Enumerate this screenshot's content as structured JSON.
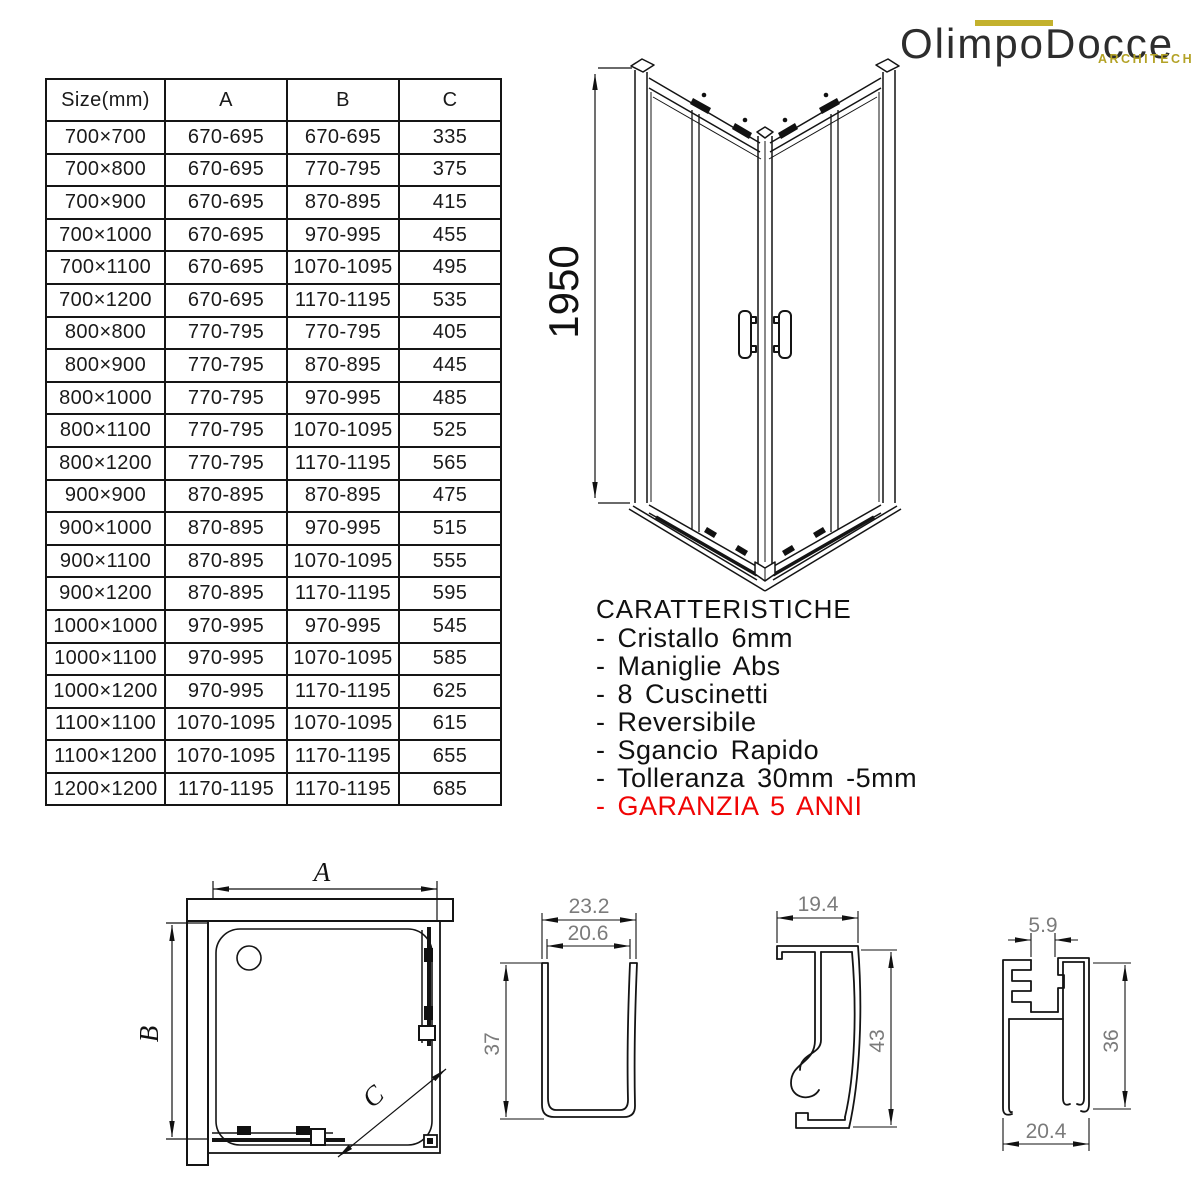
{
  "logo": {
    "name": "OlimpoDocce",
    "tagline": "ARCHITECH",
    "accent_color": "#c3b12d"
  },
  "size_table": {
    "headers": [
      "Size(mm)",
      "A",
      "B",
      "C"
    ],
    "rows": [
      {
        "size": "700×700",
        "a": "670-695",
        "b": "670-695",
        "c": "335"
      },
      {
        "size": "700×800",
        "a": "670-695",
        "b": "770-795",
        "c": "375"
      },
      {
        "size": "700×900",
        "a": "670-695",
        "b": "870-895",
        "c": "415"
      },
      {
        "size": "700×1000",
        "a": "670-695",
        "b": "970-995",
        "c": "455"
      },
      {
        "size": "700×1100",
        "a": "670-695",
        "b": "1070-1095",
        "c": "495"
      },
      {
        "size": "700×1200",
        "a": "670-695",
        "b": "1170-1195",
        "c": "535"
      },
      {
        "size": "800×800",
        "a": "770-795",
        "b": "770-795",
        "c": "405"
      },
      {
        "size": "800×900",
        "a": "770-795",
        "b": "870-895",
        "c": "445"
      },
      {
        "size": "800×1000",
        "a": "770-795",
        "b": "970-995",
        "c": "485"
      },
      {
        "size": "800×1100",
        "a": "770-795",
        "b": "1070-1095",
        "c": "525"
      },
      {
        "size": "800×1200",
        "a": "770-795",
        "b": "1170-1195",
        "c": "565"
      },
      {
        "size": "900×900",
        "a": "870-895",
        "b": "870-895",
        "c": "475"
      },
      {
        "size": "900×1000",
        "a": "870-895",
        "b": "970-995",
        "c": "515"
      },
      {
        "size": "900×1100",
        "a": "870-895",
        "b": "1070-1095",
        "c": "555"
      },
      {
        "size": "900×1200",
        "a": "870-895",
        "b": "1170-1195",
        "c": "595"
      },
      {
        "size": "1000×1000",
        "a": "970-995",
        "b": "970-995",
        "c": "545"
      },
      {
        "size": "1000×1100",
        "a": "970-995",
        "b": "1070-1095",
        "c": "585"
      },
      {
        "size": "1000×1200",
        "a": "970-995",
        "b": "1170-1195",
        "c": "625"
      },
      {
        "size": "1100×1100",
        "a": "1070-1095",
        "b": "1070-1095",
        "c": "615"
      },
      {
        "size": "1100×1200",
        "a": "1070-1095",
        "b": "1170-1195",
        "c": "655"
      },
      {
        "size": "1200×1200",
        "a": "1170-1195",
        "b": "1170-1195",
        "c": "685"
      }
    ]
  },
  "diagram_3d": {
    "height_label": "1950"
  },
  "features": {
    "title": "CARATTERISTICHE",
    "items": [
      "- Cristallo 6mm",
      "- Maniglie Abs",
      "- 8 Cuscinetti",
      "- Reversibile",
      "- Sgancio Rapido",
      "- Tolleranza 30mm -5mm"
    ],
    "warranty": "- GARANZIA 5 ANNI",
    "warranty_color": "#f00404"
  },
  "plan_view": {
    "width_label": "A",
    "depth_label": "B",
    "diagonal_label": "C"
  },
  "profiles": {
    "u_channel": {
      "outer_width": "23.2",
      "inner_width": "20.6",
      "height": "37"
    },
    "door_frame": {
      "width": "19.4",
      "height": "43"
    },
    "wall_profile": {
      "slot_width": "5.9",
      "height": "36",
      "width": "20.4"
    }
  }
}
